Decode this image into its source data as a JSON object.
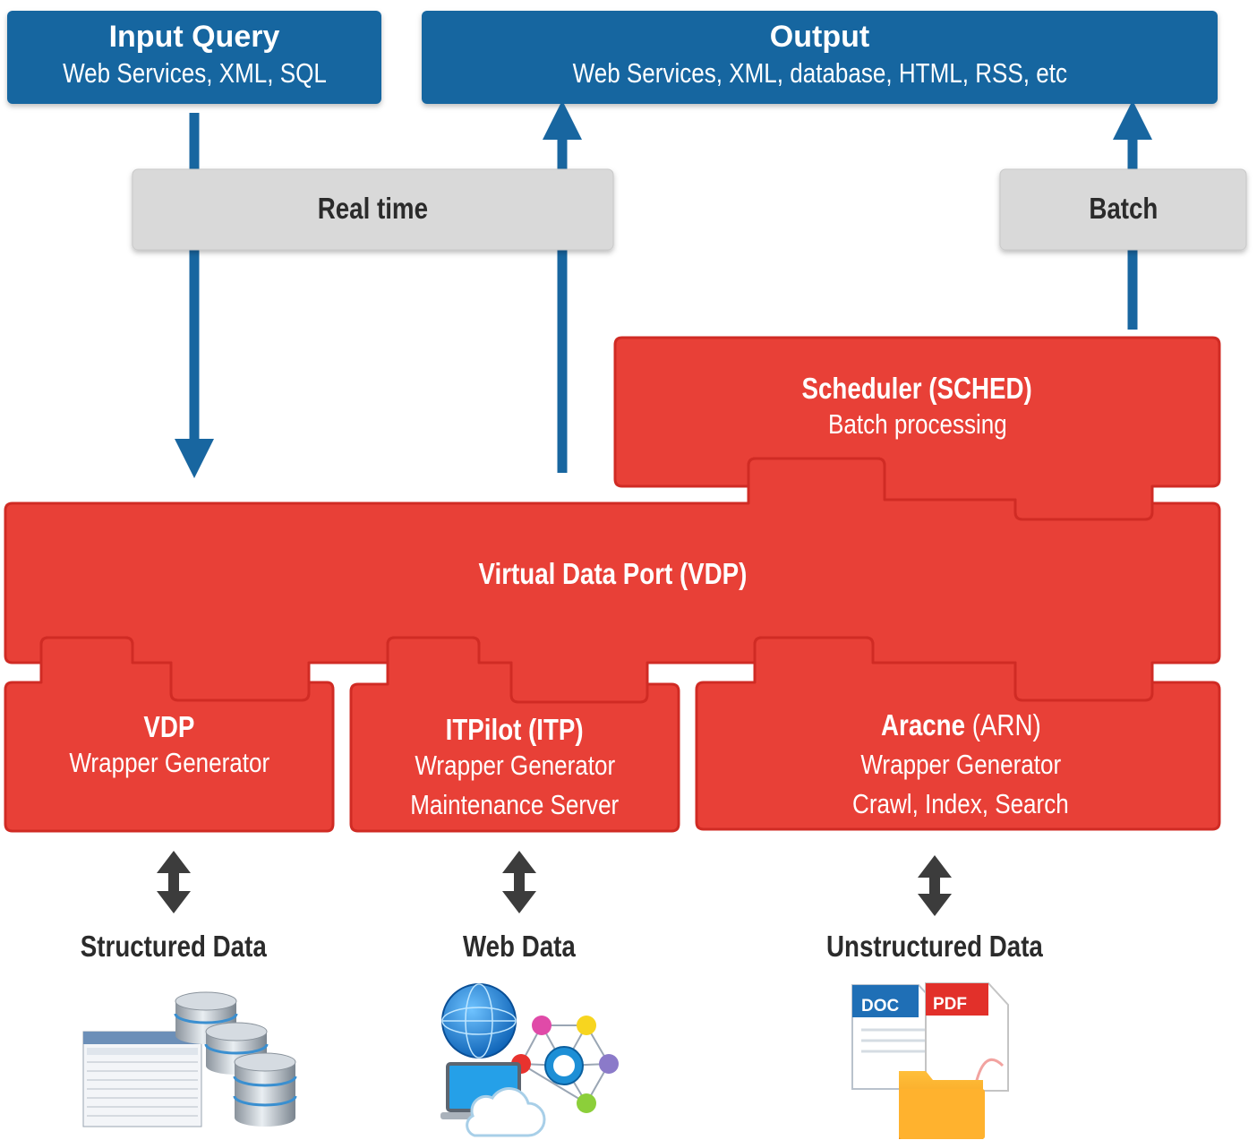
{
  "input_query": {
    "title": "Input Query",
    "subtitle": "Web Services, XML, SQL"
  },
  "output": {
    "title": "Output",
    "subtitle": "Web Services, XML, database, HTML, RSS, etc"
  },
  "realtime": {
    "label": "Real time"
  },
  "batch": {
    "label": "Batch"
  },
  "scheduler": {
    "title": "Scheduler (SCHED)",
    "subtitle": "Batch processing"
  },
  "vdp_main": {
    "title": "Virtual Data Port (VDP)"
  },
  "vdp_wrapper": {
    "title": "VDP",
    "line1": "Wrapper Generator"
  },
  "itpilot": {
    "title": "ITPilot (ITP)",
    "line1": "Wrapper Generator",
    "line2": "Maintenance Server"
  },
  "aracne": {
    "title": "Aracne",
    "title_suffix": "(ARN)",
    "line1": "Wrapper Generator",
    "line2": "Crawl, Index, Search"
  },
  "sources": {
    "structured": {
      "label": "Structured Data"
    },
    "web": {
      "label": "Web Data"
    },
    "unstructured": {
      "label": "Unstructured Data"
    }
  },
  "icons": {
    "doc": "DOC",
    "pdf": "PDF"
  },
  "colors": {
    "blue": "#1866a0",
    "red": "#e84037",
    "gray": "#d9d9d9",
    "arrow_dark": "#3c3c3c"
  }
}
